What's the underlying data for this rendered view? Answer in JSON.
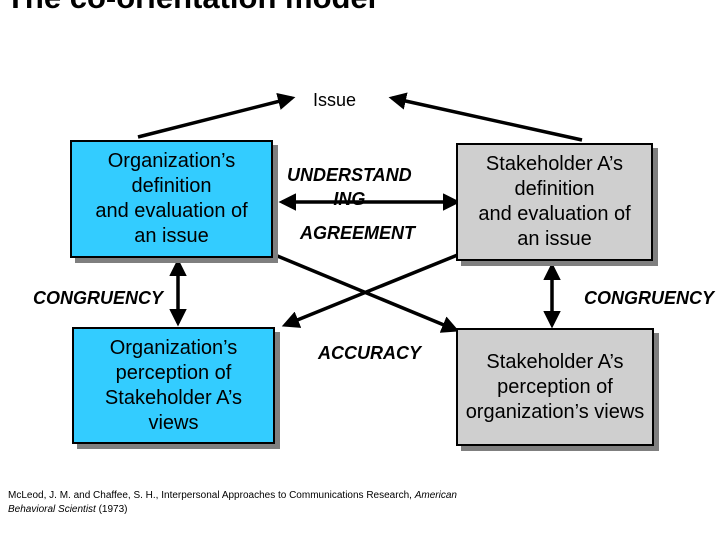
{
  "title": "The co-orientation model",
  "issue_label": "Issue",
  "boxes": {
    "org_definition": "Organization’s\ndefinition\nand evaluation of\nan issue",
    "stakeholder_definition": "Stakeholder A’s\ndefinition\nand evaluation of\nan issue",
    "org_perception": "Organization’s\nperception of\nStakeholder A’s\nviews",
    "stakeholder_perception": "Stakeholder A’s\nperception of\norganization’s views"
  },
  "relations": {
    "understanding": "UNDERSTAND\nING",
    "agreement": "AGREEMENT",
    "congruency_left": "CONGRUENCY",
    "congruency_right": "CONGRUENCY",
    "accuracy": "ACCURACY"
  },
  "citation": {
    "authors": "McLeod, J. M. and Chaffee, S. H., Interpersonal Approaches to Communications Research, ",
    "journal": "American Behavioral Scientist",
    "year": " (1973)"
  },
  "colors": {
    "org_box": "#33ccff",
    "stakeholder_box": "#cfcfcf",
    "shadow": "#7f7f7f"
  }
}
